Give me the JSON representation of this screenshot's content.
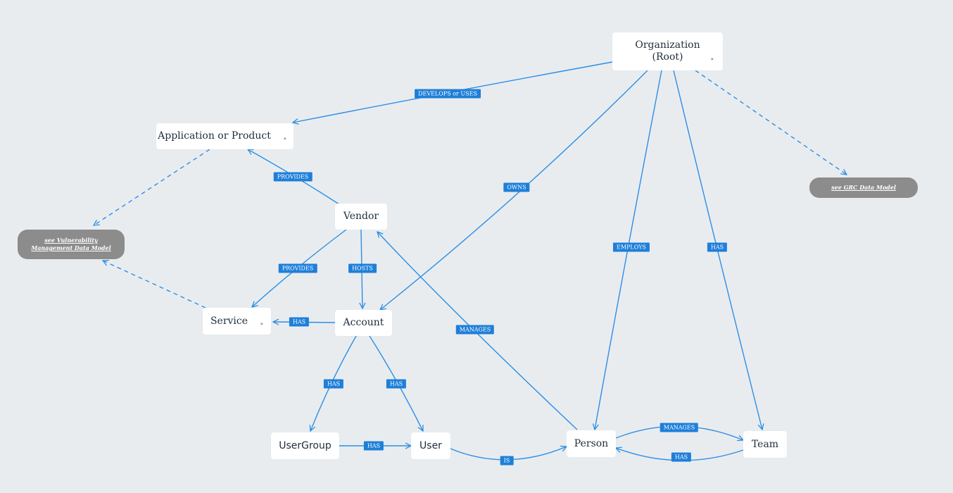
{
  "colors": {
    "background": "#e9ecef",
    "edge": "#2b8fe6",
    "label_bg": "#1e7fd9",
    "external_node": "#8c8c8c"
  },
  "nodes": {
    "organization": {
      "label": "Organization\n(Root)",
      "marker": "»"
    },
    "app": {
      "label": "Application or Product",
      "marker": "»"
    },
    "vendor": {
      "label": "Vendor"
    },
    "service": {
      "label": "Service",
      "marker": "»"
    },
    "account": {
      "label": "Account"
    },
    "usergroup": {
      "label": "UserGroup"
    },
    "user": {
      "label": "User"
    },
    "person": {
      "label": "Person"
    },
    "team": {
      "label": "Team"
    }
  },
  "external": {
    "vuln": {
      "label": "see Vulnerability\nManagement Data Model"
    },
    "grc": {
      "label": "see GRC Data Model"
    }
  },
  "edges": {
    "develops": "DEVELOPS or USES",
    "provides_app": "PROVIDES",
    "owns": "OWNS",
    "employs": "EMPLOYS",
    "has_team": "HAS",
    "provides_service": "PROVIDES",
    "hosts": "HOSTS",
    "manages_vendor": "MANAGES",
    "has_service": "HAS",
    "has_usergroup": "HAS",
    "has_user": "HAS",
    "has_ug_user": "HAS",
    "is": "IS",
    "manages_team": "MANAGES",
    "has_person": "HAS"
  }
}
